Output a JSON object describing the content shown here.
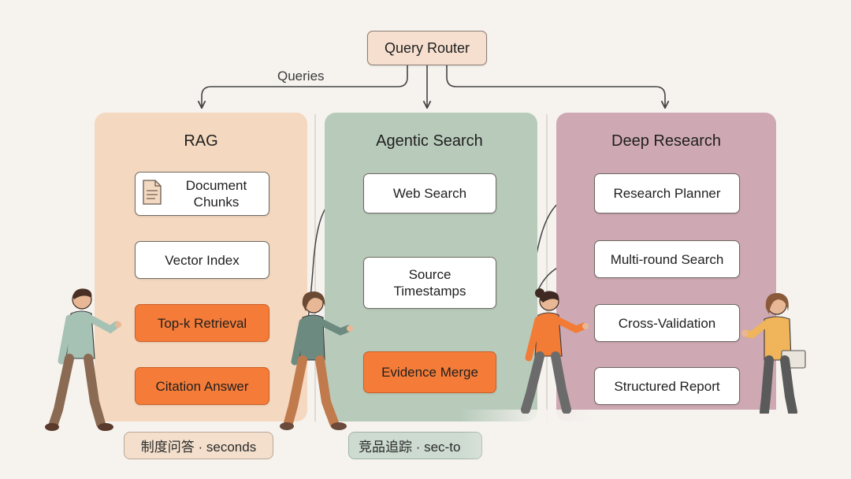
{
  "router": {
    "label": "Query Router"
  },
  "edge_label": "Queries",
  "columns": [
    {
      "title": "RAG",
      "steps": [
        "Document Chunks",
        "Vector Index",
        "Top-k Retrieval",
        "Citation Answer"
      ],
      "tag": "制度问答 · seconds"
    },
    {
      "title": "Agentic Search",
      "steps": [
        "Web Search",
        "Source Timestamps",
        "Evidence Merge"
      ],
      "tag": "竞品追踪 · sec-to"
    },
    {
      "title": "Deep Research",
      "steps": [
        "Research Planner",
        "Multi-round Search",
        "Cross-Validation",
        "Structured Report"
      ]
    }
  ],
  "colors": {
    "background": "#f6f3ef",
    "rag_panel": "#f4d8bf",
    "agentic_panel": "#b8cbbb",
    "deep_panel": "#cea8b3",
    "highlight_node": "#f57c38",
    "router_node": "#f6dfcf"
  },
  "icons": [
    "document-icon"
  ]
}
